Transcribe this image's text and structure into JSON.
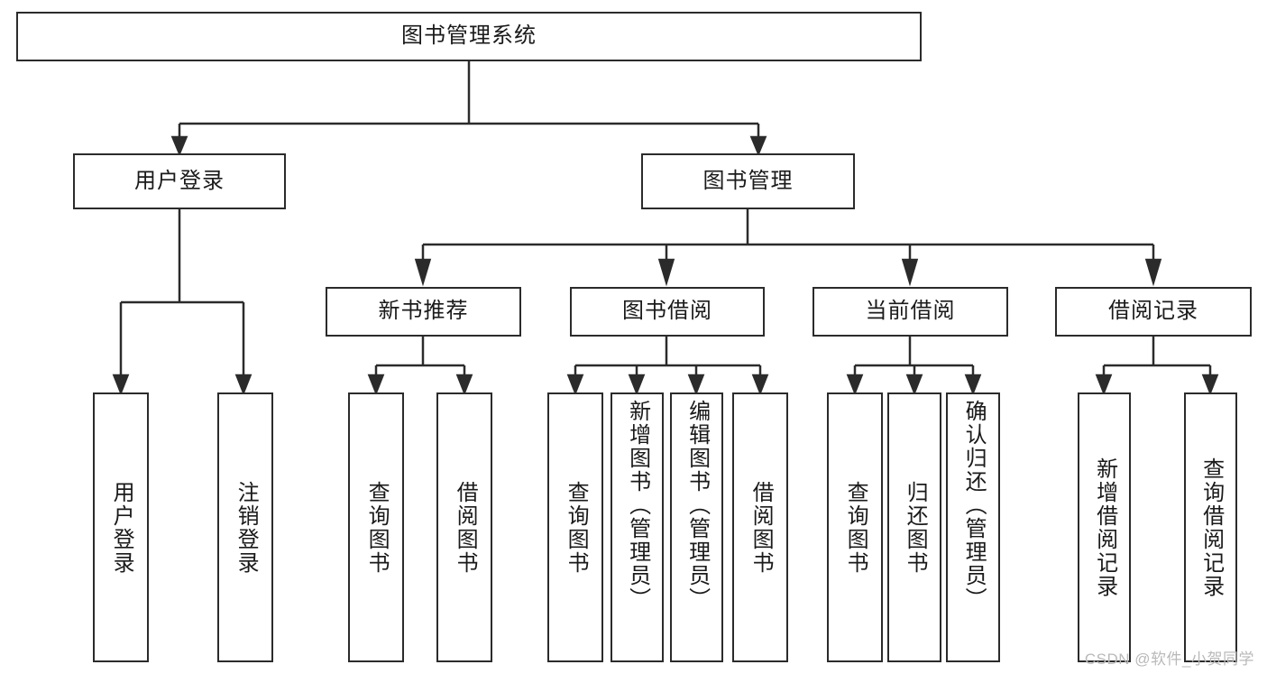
{
  "diagram": {
    "type": "tree",
    "title": "图书管理系统",
    "watermark": "CSDN @软件_小贺同学",
    "colors": {
      "stroke": "#2b2b2b",
      "fill": "#ffffff",
      "text": "#1a1a1a",
      "watermark": "#b9b9b9"
    },
    "root": {
      "label": "图书管理系统"
    },
    "level2": [
      {
        "id": "user-login",
        "label": "用户登录"
      },
      {
        "id": "book-manage",
        "label": "图书管理"
      }
    ],
    "level3": [
      {
        "id": "new-book-rec",
        "label": "新书推荐"
      },
      {
        "id": "book-borrow",
        "label": "图书借阅"
      },
      {
        "id": "current-borrow",
        "label": "当前借阅"
      },
      {
        "id": "borrow-record",
        "label": "借阅记录"
      }
    ],
    "leaves": {
      "user-login": [
        {
          "id": "leaf-user-login",
          "label": "用户登录"
        },
        {
          "id": "leaf-user-logout",
          "label": "注销登录"
        }
      ],
      "new-book-rec": [
        {
          "id": "leaf-query-book-1",
          "label": "查询图书"
        },
        {
          "id": "leaf-borrow-book-1",
          "label": "借阅图书"
        }
      ],
      "book-borrow": [
        {
          "id": "leaf-query-book-2",
          "label": "查询图书"
        },
        {
          "id": "leaf-add-book",
          "label": "新增图书（管理员）"
        },
        {
          "id": "leaf-edit-book",
          "label": "编辑图书（管理员）"
        },
        {
          "id": "leaf-borrow-book-2",
          "label": "借阅图书"
        }
      ],
      "current-borrow": [
        {
          "id": "leaf-query-book-3",
          "label": "查询图书"
        },
        {
          "id": "leaf-return-book",
          "label": "归还图书"
        },
        {
          "id": "leaf-confirm-return",
          "label": "确认归还（管理员）"
        }
      ],
      "borrow-record": [
        {
          "id": "leaf-add-record",
          "label": "新增借阅记录"
        },
        {
          "id": "leaf-query-record",
          "label": "查询借阅记录"
        }
      ]
    }
  }
}
